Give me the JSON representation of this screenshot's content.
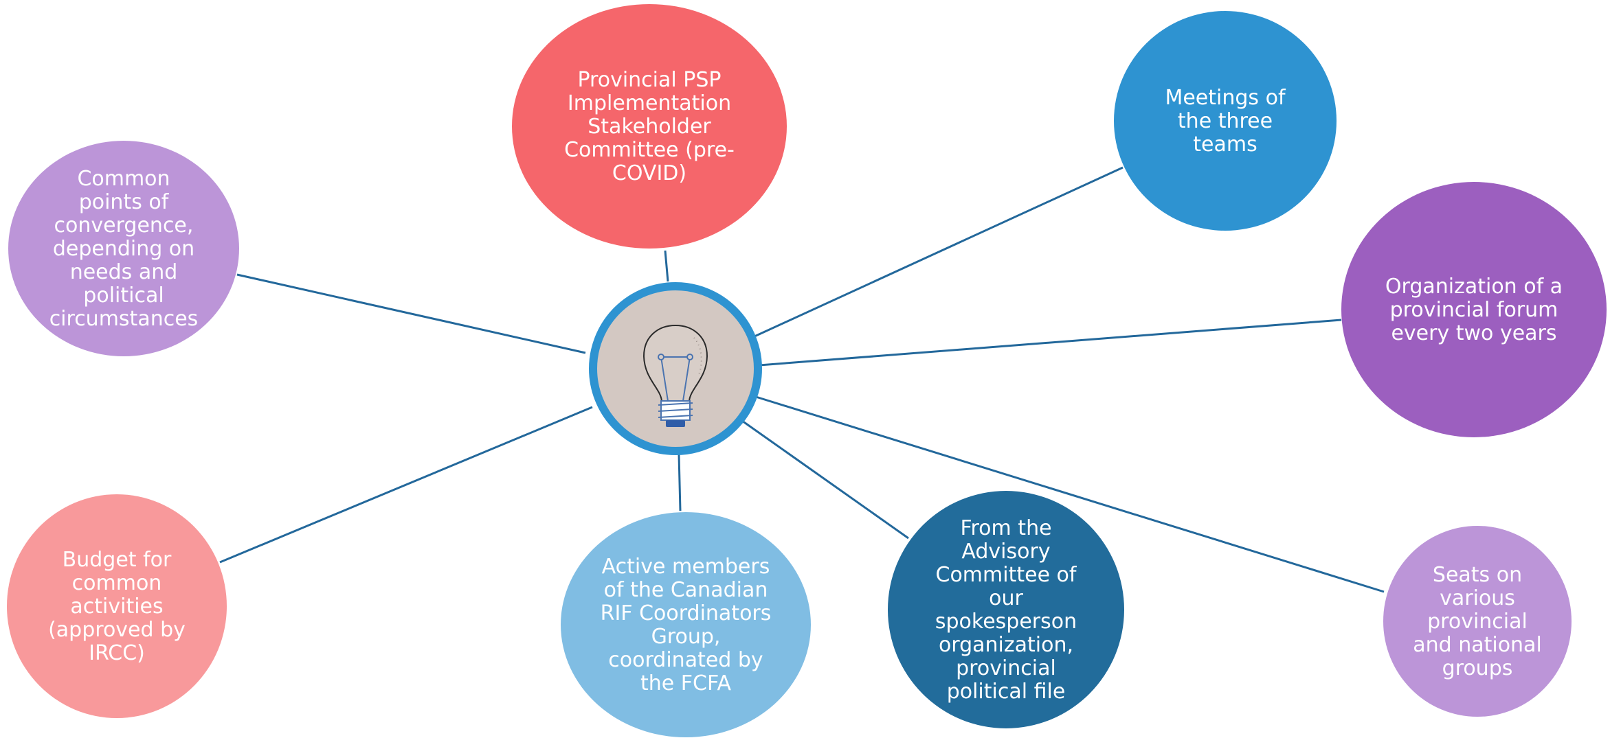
{
  "colors": {
    "connector": "#23689b",
    "hub_ring": "#2e93d1",
    "hub_fill": "#d3c8c2"
  },
  "hub": {
    "icon": "lightbulb-icon"
  },
  "nodes": [
    {
      "id": "pspc",
      "lines": [
        "Provincial PSP",
        "Implementation",
        "Stakeholder",
        "Committee (pre-",
        "COVID)"
      ],
      "color": "#f5666b"
    },
    {
      "id": "meetings",
      "lines": [
        "Meetings of",
        "the three",
        "teams"
      ],
      "color": "#2e93d1"
    },
    {
      "id": "forum",
      "lines": [
        "Organization of a",
        "provincial forum",
        "every two years"
      ],
      "color": "#9c5fbf"
    },
    {
      "id": "convergence",
      "lines": [
        "Common",
        "points of",
        "convergence,",
        "depending on",
        "needs and",
        "political",
        "circumstances"
      ],
      "color": "#bc95d8"
    },
    {
      "id": "budget",
      "lines": [
        "Budget for",
        "common",
        "activities",
        "(approved by",
        "IRCC)"
      ],
      "color": "#f8999b"
    },
    {
      "id": "rif",
      "lines": [
        "Active members",
        "of the Canadian",
        "RIF Coordinators",
        "Group,",
        "coordinated by",
        "the FCFA"
      ],
      "color": "#80bde3"
    },
    {
      "id": "advisory",
      "lines": [
        "From the",
        "Advisory",
        "Committee of",
        "our",
        "spokesperson",
        "organization,",
        "provincial",
        "political file"
      ],
      "color": "#226c9b"
    },
    {
      "id": "seats",
      "lines": [
        "Seats on",
        "various",
        "provincial",
        "and national",
        "groups"
      ],
      "color": "#bc95d8"
    }
  ]
}
